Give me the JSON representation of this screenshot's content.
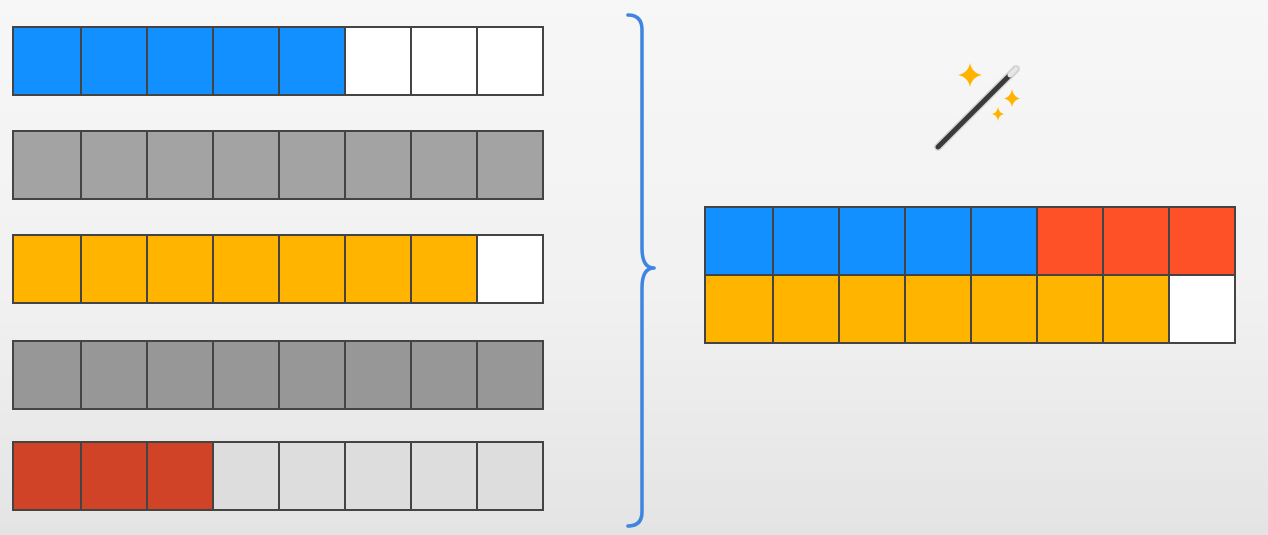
{
  "colors": {
    "blue": "#1390ff",
    "gray": "#a3a3a3",
    "gray_dark": "#979797",
    "yellow": "#ffb400",
    "red": "#d04326",
    "red_bright": "#ff5128",
    "white": "#ffffff",
    "light": "#dddddd",
    "border": "#444444",
    "brace": "#3d85e0",
    "sparkle": "#ffb300"
  },
  "source_bars": [
    {
      "name": "blue-bar",
      "cells": [
        "blue",
        "blue",
        "blue",
        "blue",
        "blue",
        "white",
        "white",
        "white"
      ]
    },
    {
      "name": "gray-bar-1",
      "cells": [
        "gray",
        "gray",
        "gray",
        "gray",
        "gray",
        "gray",
        "gray",
        "gray"
      ]
    },
    {
      "name": "yellow-bar",
      "cells": [
        "yellow",
        "yellow",
        "yellow",
        "yellow",
        "yellow",
        "yellow",
        "yellow",
        "white"
      ]
    },
    {
      "name": "gray-bar-2",
      "cells": [
        "gray_dark",
        "gray_dark",
        "gray_dark",
        "gray_dark",
        "gray_dark",
        "gray_dark",
        "gray_dark",
        "gray_dark"
      ]
    },
    {
      "name": "red-bar",
      "cells": [
        "red",
        "red",
        "red",
        "light",
        "light",
        "light",
        "light",
        "light"
      ]
    }
  ],
  "merged_bar": {
    "rows": [
      [
        "blue",
        "blue",
        "blue",
        "blue",
        "blue",
        "red_bright",
        "red_bright",
        "red_bright"
      ],
      [
        "yellow",
        "yellow",
        "yellow",
        "yellow",
        "yellow",
        "yellow",
        "yellow",
        "white"
      ]
    ]
  },
  "icons": {
    "brace": "right-curly-brace-icon",
    "wand": "magic-wand-icon"
  }
}
